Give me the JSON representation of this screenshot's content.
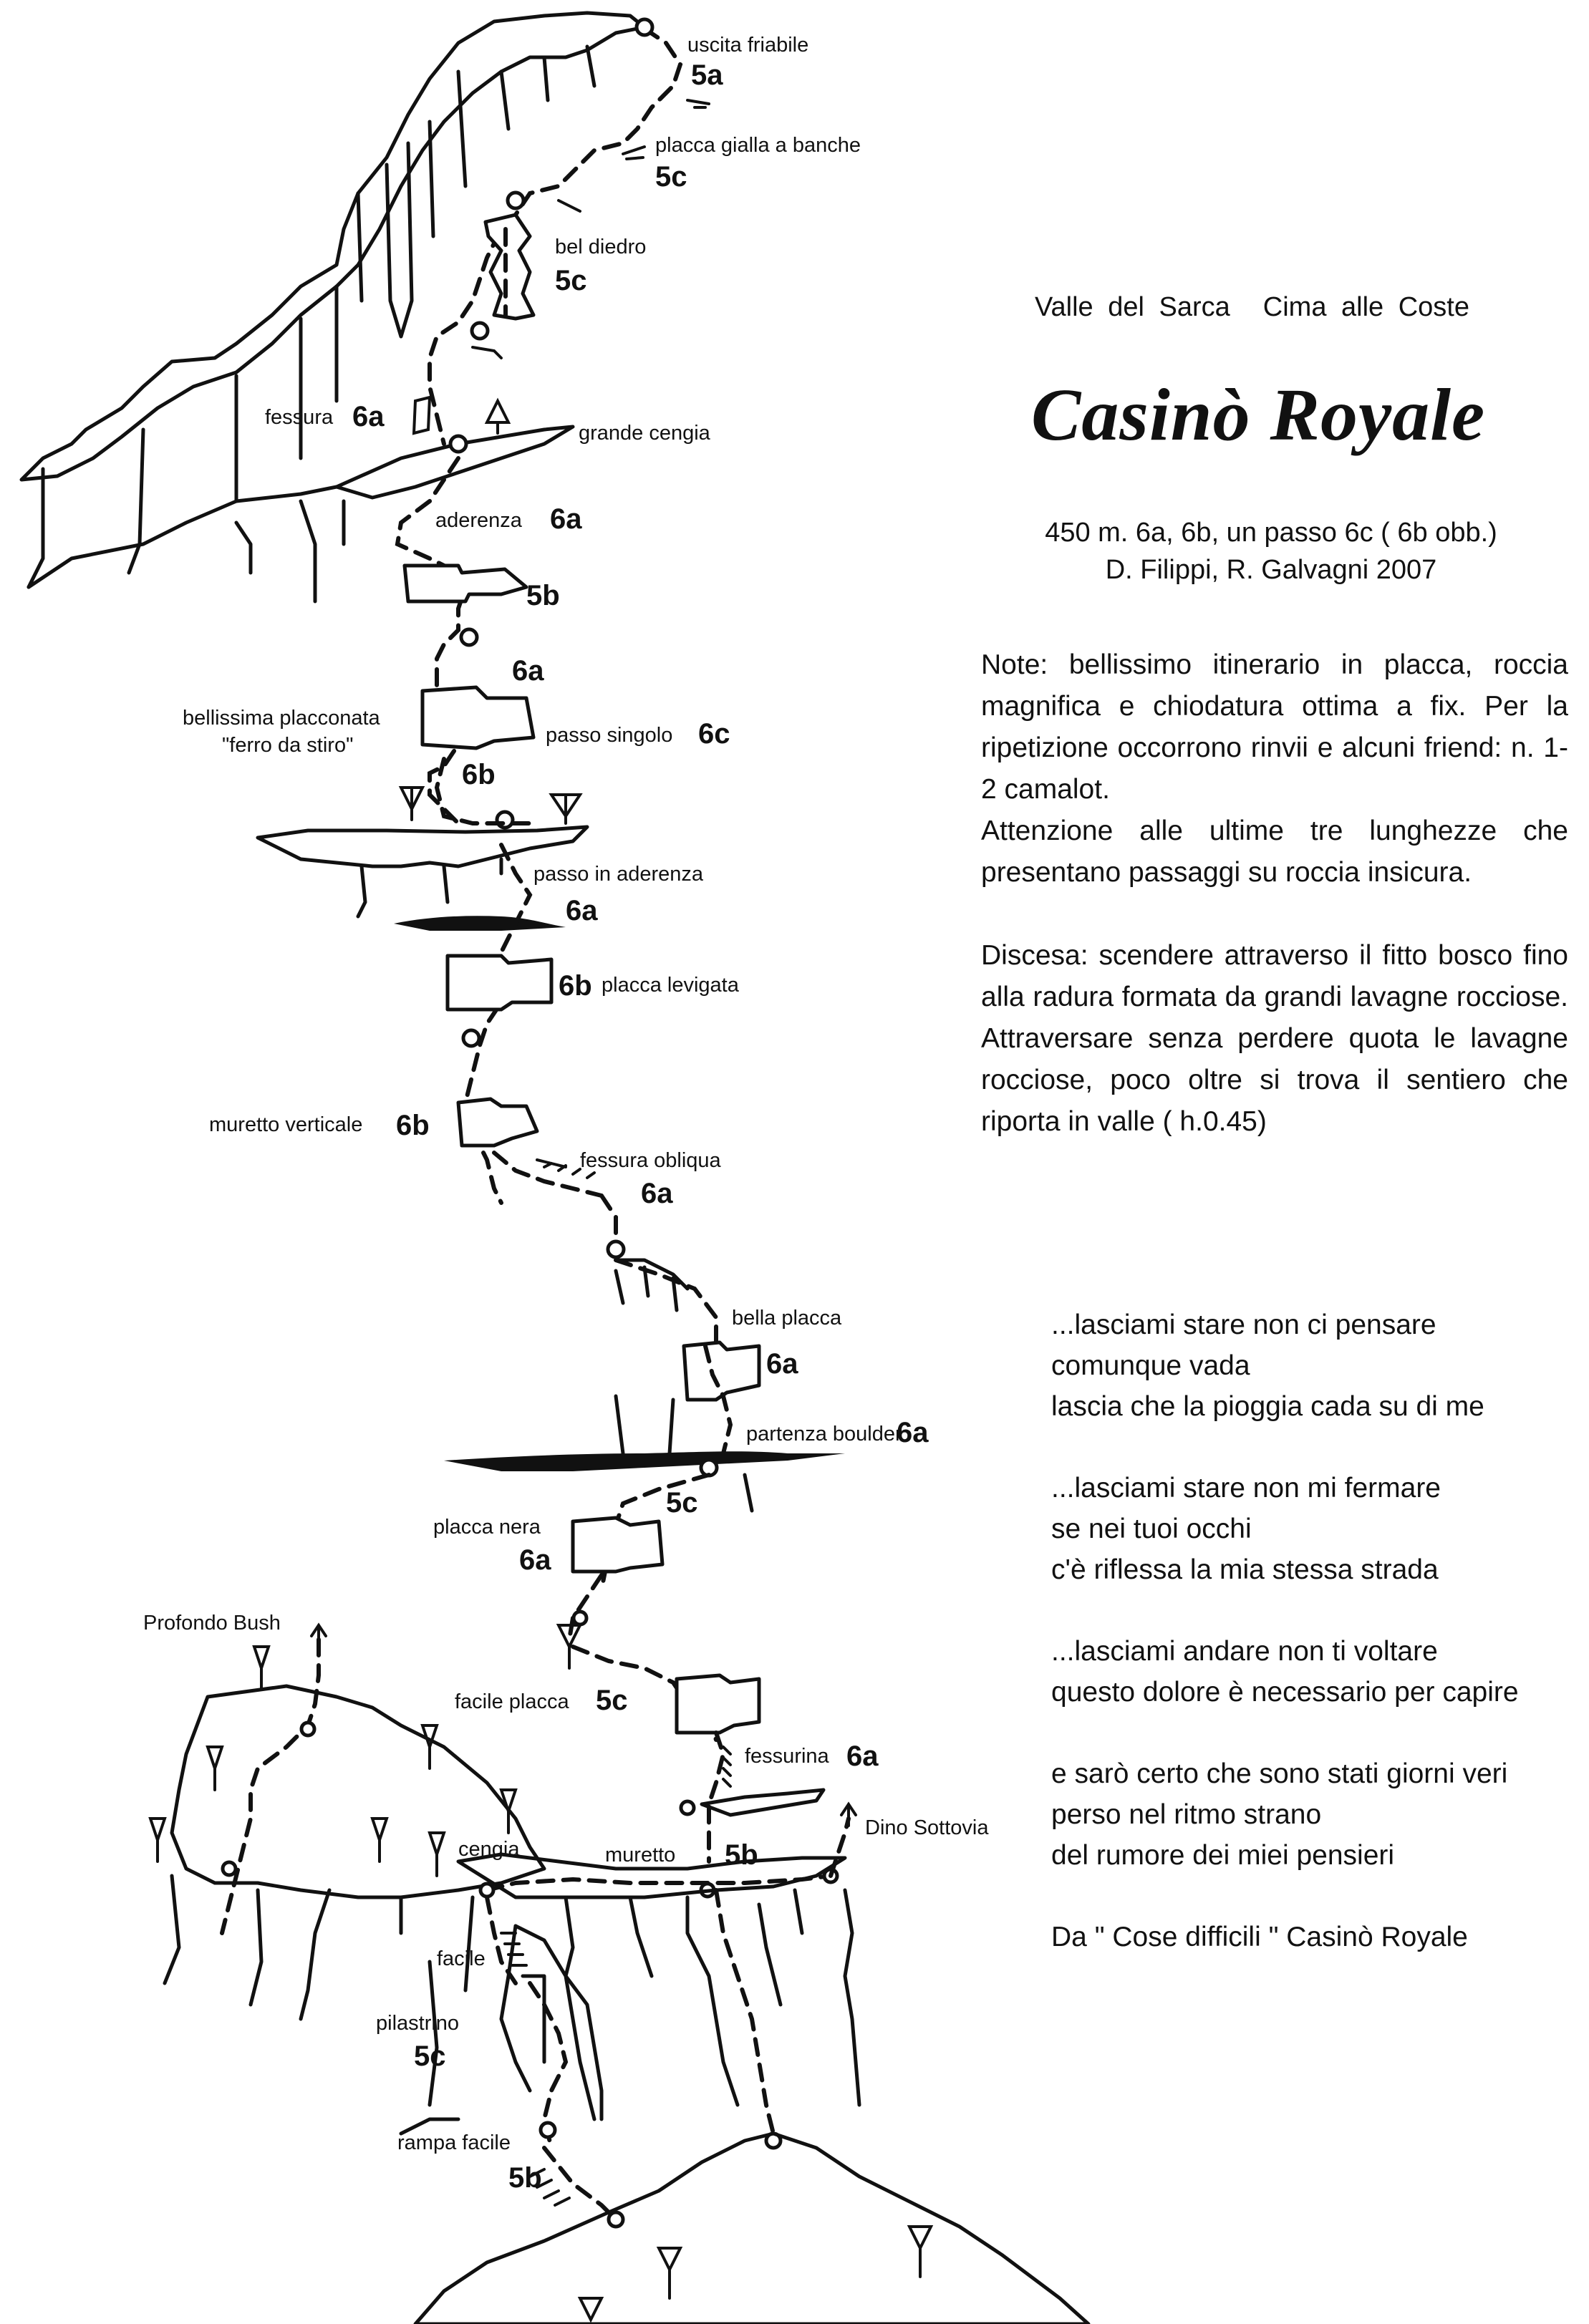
{
  "header": {
    "valley": "Valle del Sarca",
    "peak": "Cima alle Coste",
    "title": "Casinò Royale",
    "specs": "450 m.   6a, 6b, un passo 6c   ( 6b obb.)",
    "authors": "D. Filippi, R. Galvagni   2007"
  },
  "notes": {
    "note": "Note: bellissimo itinerario in placca, roccia magnifica e chiodatura ottima a fix.  Per la ripetizione occorrono rinvii e  alcuni friend: n. 1-2 camalot.",
    "warning": "Attenzione alle  ultime  tre  lunghezze  che presentano passaggi su roccia insicura.",
    "descent": "Discesa: scendere attraverso  il fitto  bosco fino alla radura formata da  grandi  lavagne rocciose. Attraversare senza perdere quota le lavagne rocciose, poco oltre si trova il sentiero che riporta in valle   ( h.0.45)"
  },
  "lyrics": {
    "stanza1": [
      "...lasciami stare non ci pensare",
      "comunque vada",
      "lascia che la pioggia cada su di me"
    ],
    "stanza2": [
      "...lasciami stare non mi fermare",
      "se nei tuoi occhi",
      "c'è riflessa la mia stessa strada"
    ],
    "stanza3": [
      "...lasciami andare non ti voltare",
      "questo dolore è necessario per capire"
    ],
    "stanza4": [
      "e sarò certo che sono stati giorni veri",
      "perso nel ritmo strano",
      "del rumore dei miei pensieri"
    ],
    "source": "Da \" Cose difficili \"   Casinò Royale"
  },
  "topo": {
    "uscita_friabile": "uscita friabile",
    "g_uscita": "5a",
    "placca_gialla": "placca gialla a banche",
    "g_placca_gialla": "5c",
    "bel_diedro": "bel diedro",
    "g_bel_diedro": "5c",
    "fessura": "fessura",
    "g_fessura": "6a",
    "grande_cengia": "grande cengia",
    "aderenza": "aderenza",
    "g_aderenza": "6a",
    "g_5b_top": "5b",
    "g_6a_mid": "6a",
    "bellissima_placconata": "bellissima placconata",
    "ferro_da_stiro": "\"ferro da stiro\"",
    "passo_singolo": "passo singolo",
    "g_passo_singolo": "6c",
    "g_6b_upper": "6b",
    "passo_in_aderenza": "passo in aderenza",
    "g_passo_in_aderenza": "6a",
    "g_placca_levigata": "6b",
    "placca_levigata": "placca levigata",
    "muretto_verticale": "muretto verticale",
    "g_muretto_verticale": "6b",
    "fessura_obliqua": "fessura obliqua",
    "g_fessura_obliqua": "6a",
    "bella_placca": "bella placca",
    "g_bella_placca": "6a",
    "partenza_boulder": "partenza boulder",
    "g_partenza_boulder": "6a",
    "g_5c_lower": "5c",
    "placca_nera": "placca nera",
    "g_placca_nera": "6a",
    "profondo_bush": "Profondo Bush",
    "facile_placca": "facile placca",
    "g_facile_placca": "5c",
    "fessurina": "fessurina",
    "g_fessurina": "6a",
    "dino_sottovia": "Dino Sottovia",
    "cengia": "cengia",
    "muretto": "muretto",
    "g_muretto": "5b",
    "facile": "facile",
    "pilastrino": "pilastrino",
    "g_pilastrino": "5c",
    "rampa_facile": "rampa facile",
    "g_rampa_facile": "5b"
  }
}
